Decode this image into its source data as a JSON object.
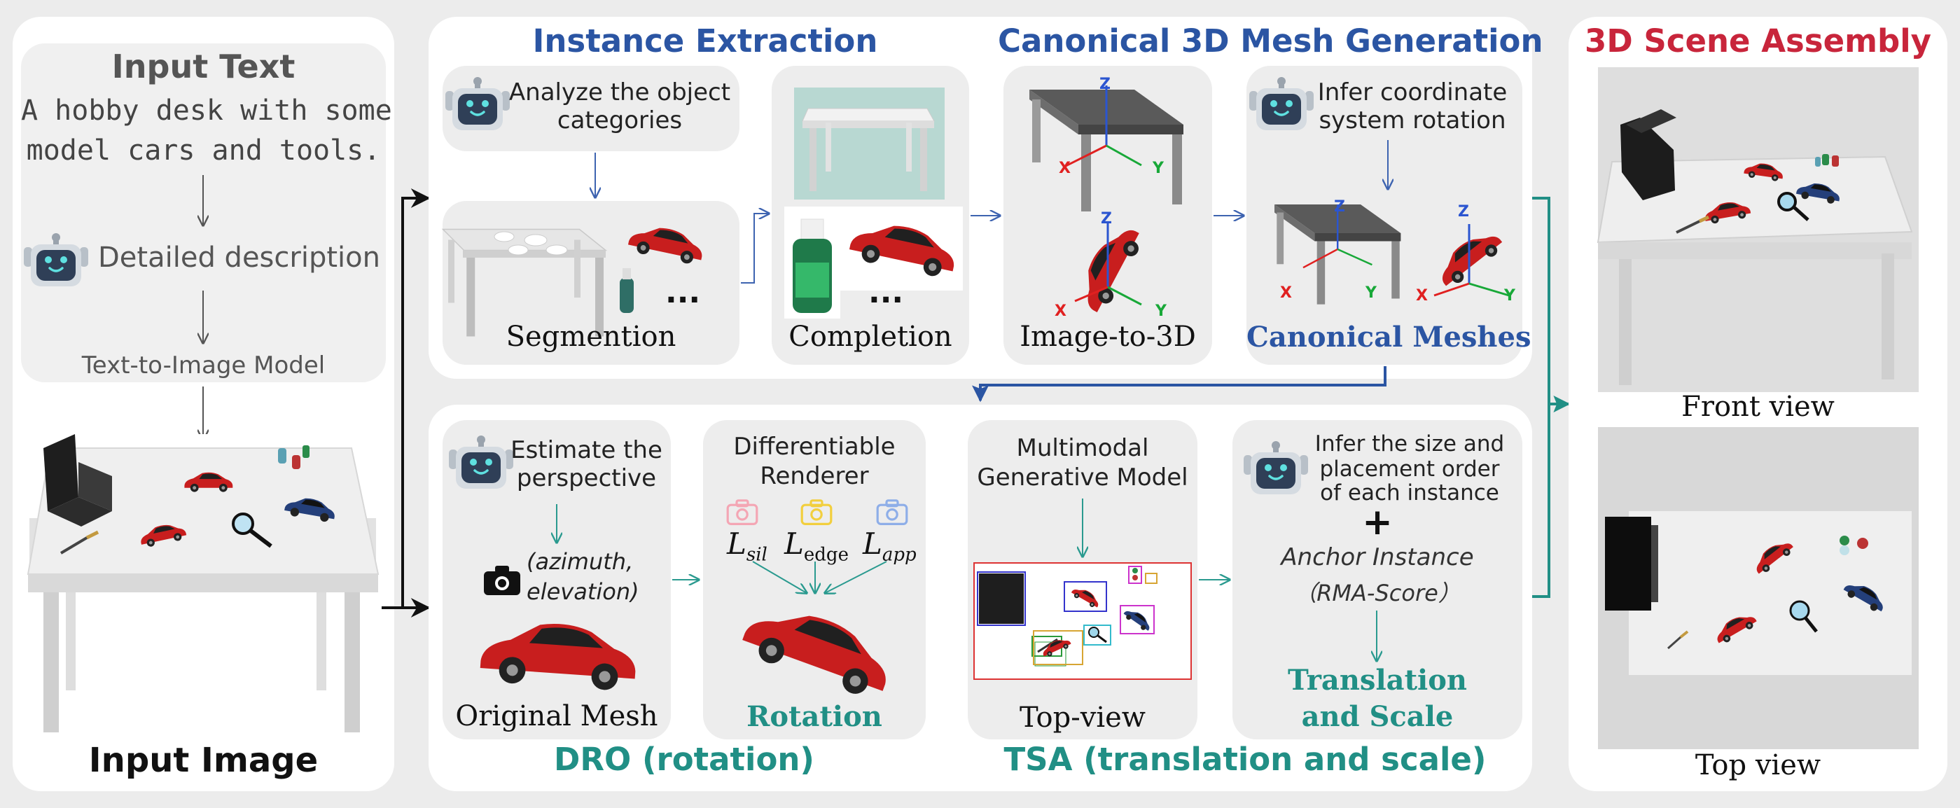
{
  "input_text": {
    "title": "Input Text",
    "prompt_line1": "A hobby desk with some",
    "prompt_line2": "model cars and tools.",
    "detailed_description": "Detailed description",
    "t2i_model": "Text-to-Image Model",
    "input_image_caption": "Input Image"
  },
  "instance_extraction": {
    "title": "Instance Extraction",
    "analyze_line1": "Analyze the object",
    "analyze_line2": "categories",
    "segmentation_label": "Segmention",
    "completion_label": "Completion",
    "ellipsis": "..."
  },
  "canonical_generation": {
    "title": "Canonical 3D Mesh Generation",
    "image_to_3d_label": "Image-to-3D",
    "infer_line1": "Infer coordinate",
    "infer_line2": "system rotation",
    "canonical_meshes_label": "Canonical Meshes",
    "axis_x": "X",
    "axis_y": "Y",
    "axis_z": "Z"
  },
  "dro": {
    "title": "DRO (rotation)",
    "estimate_line1": "Estimate the",
    "estimate_line2": "perspective",
    "angles_line1": "(azimuth,",
    "angles_line2": "elevation)",
    "original_mesh_label": "Original Mesh",
    "renderer_line1": "Differentiable",
    "renderer_line2": "Renderer",
    "loss_sil_sub": "sil",
    "loss_edge_sub": "edge",
    "loss_app_sub": "app",
    "loss_symbol": "L",
    "rotation_label": "Rotation"
  },
  "tsa": {
    "title": "TSA (translation and scale)",
    "model_line1": "Multimodal",
    "model_line2": "Generative Model",
    "topview_label": "Top-view",
    "infer_line1": "Infer the size and",
    "infer_line2": "placement order",
    "infer_line3": "of each instance",
    "plus": "+",
    "anchor_label": "Anchor Instance",
    "rma_label": "（RMA-Score）",
    "result_line1": "Translation",
    "result_line2": "and Scale"
  },
  "assembly": {
    "title": "3D Scene Assembly",
    "front_view_label": "Front view",
    "top_view_label": "Top view"
  },
  "colors": {
    "blue_accent": "#2b55a3",
    "teal_accent": "#218f85",
    "red_accent": "#c8253b",
    "robot_face": "#2f3f57",
    "robot_eye": "#5fe0e0"
  }
}
